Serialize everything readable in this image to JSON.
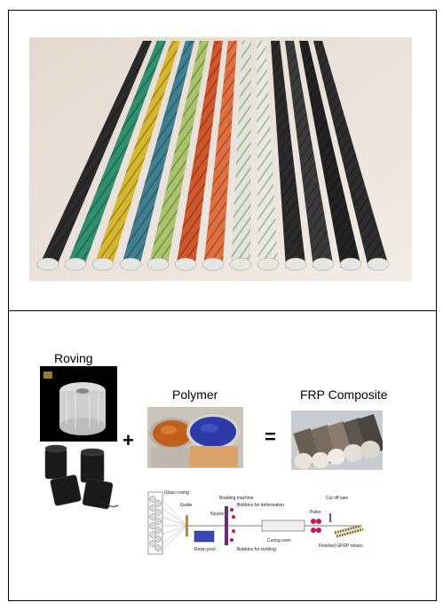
{
  "labels": {
    "roving": "Roving",
    "plus": "+",
    "polymer": "Polymer",
    "equals": "=",
    "frp_composite": "FRP Composite"
  },
  "process_diagram": {
    "glass_roving": "Glass roving",
    "guide": "Guide",
    "braiding_machine": "Braiding machine",
    "bobbins_deformation": "Bobbins for deformation",
    "nozzle": "Nozzle",
    "resin_pool": "Resin pool",
    "curing_oven": "Curing oven",
    "bobbins_clothing": "Bobbins for clothing",
    "puller": "Puller",
    "cut_off_saw": "Cut off saw",
    "finished_rebars": "Finished GFRP rebars"
  },
  "colors": {
    "rebars": [
      "#2b2b2b",
      "#2f8f6e",
      "#d8b730",
      "#3f7f8f",
      "#a9c46a",
      "#d0562c",
      "#e07040",
      "#dfe6d8",
      "#e6ebe0",
      "#2a2a2a",
      "#3a3a3a",
      "#222222",
      "#2d2d2d"
    ],
    "background_paper": "#e9e2da",
    "frame_border": "#000000"
  }
}
